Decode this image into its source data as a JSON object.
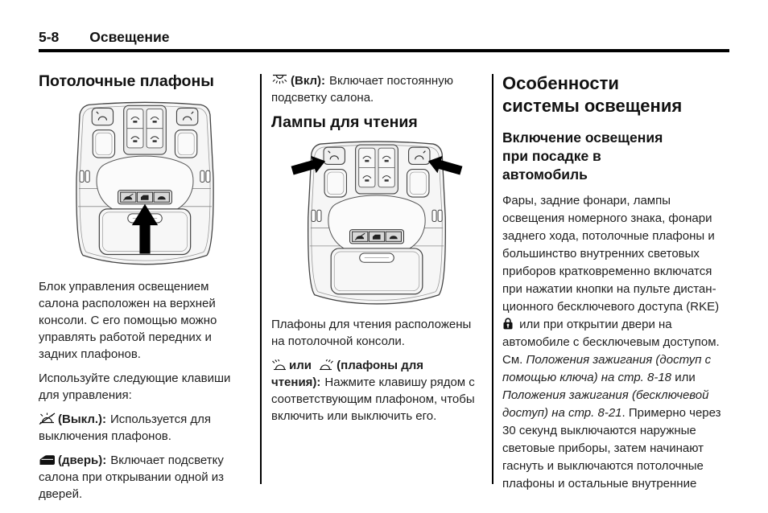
{
  "header": {
    "page_number": "5-8",
    "chapter": "Освещение"
  },
  "col1": {
    "heading": "Потолочные плафоны",
    "para1": "Блок управления освещением салона расположен на верхней консоли. С его помощью можно управлять работой передних и задних плафонов.",
    "para2": "Используйте следующие клавиши для управления:",
    "key_off": {
      "icon": "lamp-off-icon",
      "label": "(Выкл.):",
      "text": "Используется для выключения плафонов."
    },
    "key_door": {
      "icon": "door-icon",
      "label": "(дверь):",
      "text": "Включает подсветку салона при открывании одной из дверей."
    }
  },
  "col2": {
    "key_on": {
      "icon": "ceiling-lamp-on-icon",
      "label": "(Вкл):",
      "text": "Включает постоянную подсветку салона."
    },
    "heading": "Лампы для чтения",
    "para1": "Плафоны для чтения располо­жены на потолочной консоли.",
    "key_reading": {
      "icon_left": "reading-lamp-left-icon",
      "conj": "или",
      "icon_right": "reading-lamp-right-icon",
      "label": "(плафоны для чтения):",
      "text": "Нажмите клавишу рядом с соответствующим плафоном, чтобы включить или выключить его."
    }
  },
  "col3": {
    "heading_lines": [
      "Особенности",
      "системы освещения"
    ],
    "subheading_lines": [
      "Включение освещения",
      "при посадке в",
      "автомобиль"
    ],
    "body": {
      "s1": "Фары, задние фонари, лампы освещения номерного знака, фонари заднего хода, потолочные плафоны и большинство внутренних световых приборов кратковременно включатся при нажатии кнопки на пульте дистан­ционного бесключевого доступа (RKE) ",
      "rke_icon": "rke-lock-icon",
      "s2": " или при открытии двери на автомобиле с бесключевым доступом. См. ",
      "ref1": "Положения зажигания (доступ с помощью ключа) на стр. 8-18",
      "s3": " или ",
      "ref2": "Положения зажигания (бесклю­чевой доступ) на стр. 8-21",
      "s4": ". Примерно через 30 секунд выклю­чаются наружные световые приборы, затем начинают гаснуть и выключаются потолочные плафоны и остальные внутренние"
    }
  }
}
